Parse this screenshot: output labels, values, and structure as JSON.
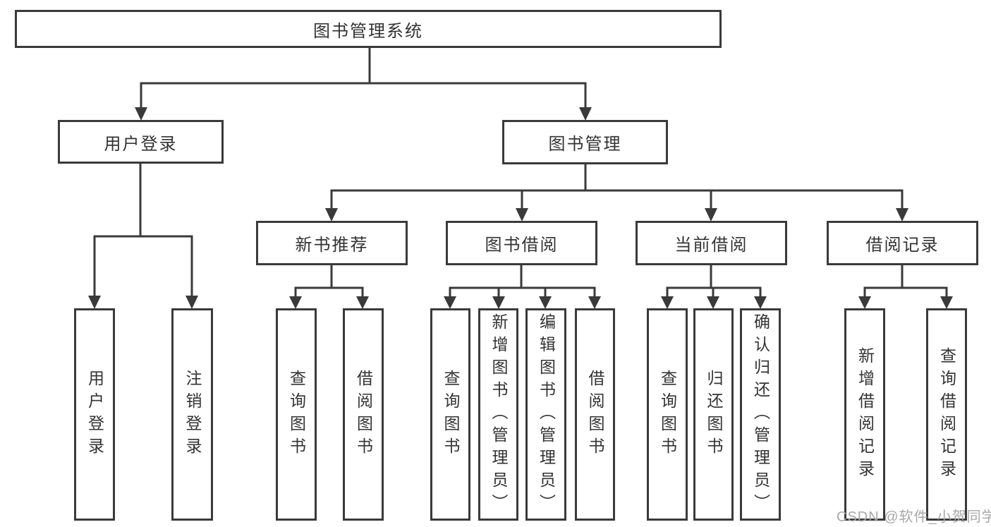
{
  "tree": {
    "root": "图书管理系统",
    "branches": [
      {
        "label": "用户登录",
        "children": [
          "用户登录",
          "注销登录"
        ]
      },
      {
        "label": "图书管理",
        "sections": [
          {
            "label": "新书推荐",
            "children": [
              "查询图书",
              "借阅图书"
            ]
          },
          {
            "label": "图书借阅",
            "children": [
              "查询图书",
              "新增图书（管理员）",
              "编辑图书（管理员）",
              "借阅图书"
            ]
          },
          {
            "label": "当前借阅",
            "children": [
              "查询图书",
              "归还图书",
              "确认归还（管理员）"
            ]
          },
          {
            "label": "借阅记录",
            "children": [
              "新增借阅记录",
              "查询借阅记录"
            ]
          }
        ]
      }
    ]
  },
  "watermark": {
    "text": "CSDN @软件_小贺同学"
  },
  "colors": {
    "line": "#3a3a3a",
    "text": "#333333",
    "watermark": "#a8a8a8",
    "background": "#ffffff"
  }
}
